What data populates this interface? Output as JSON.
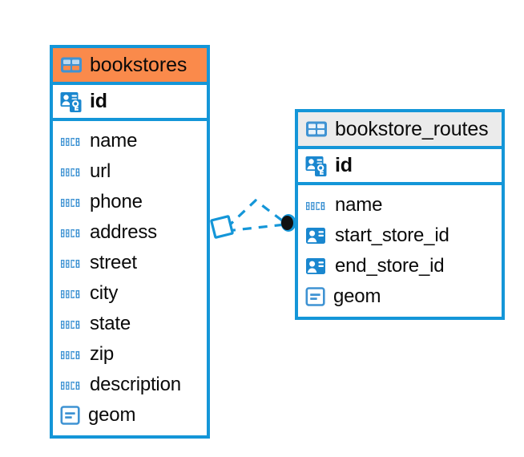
{
  "diagram": {
    "type": "entity-relationship-diagram",
    "background": "#ffffff",
    "accent_blue": "#1496d8",
    "header_orange": "#fa8a4b",
    "header_gray": "#ebebeb",
    "icon_blue": "#3f93d3",
    "connector_color": "#1496d8",
    "connector_endpoint_color": "#111111",
    "connector_style": "dashed"
  },
  "entities": [
    {
      "name": "bookstores",
      "header_style": "orange",
      "header_icon": "table-icon",
      "primary_key": {
        "label": "id",
        "icon": "primary-key-icon"
      },
      "fields": [
        {
          "label": "name",
          "icon": "abc-text-icon"
        },
        {
          "label": "url",
          "icon": "abc-text-icon"
        },
        {
          "label": "phone",
          "icon": "abc-text-icon"
        },
        {
          "label": "address",
          "icon": "abc-text-icon"
        },
        {
          "label": "street",
          "icon": "abc-text-icon"
        },
        {
          "label": "city",
          "icon": "abc-text-icon"
        },
        {
          "label": "state",
          "icon": "abc-text-icon"
        },
        {
          "label": "zip",
          "icon": "abc-text-icon"
        },
        {
          "label": "description",
          "icon": "abc-text-icon"
        },
        {
          "label": "geom",
          "icon": "geometry-icon"
        }
      ]
    },
    {
      "name": "bookstore_routes",
      "header_style": "gray",
      "header_icon": "table-icon",
      "primary_key": {
        "label": "id",
        "icon": "primary-key-icon"
      },
      "fields": [
        {
          "label": "name",
          "icon": "abc-text-icon"
        },
        {
          "label": "start_store_id",
          "icon": "foreign-key-icon"
        },
        {
          "label": "end_store_id",
          "icon": "foreign-key-icon"
        },
        {
          "label": "geom",
          "icon": "geometry-icon"
        }
      ]
    }
  ],
  "relationship": {
    "from_entity": "bookstores",
    "to_entity": "bookstore_routes",
    "from_marker": "diamond",
    "to_marker": "filled-circle",
    "line_style": "dashed"
  }
}
